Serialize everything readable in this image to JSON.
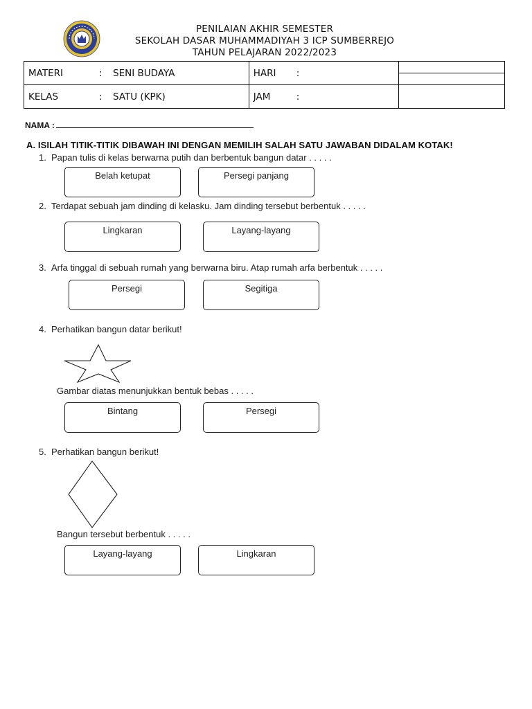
{
  "header": {
    "line1": "PENILAIAN AKHIR SEMESTER",
    "line2": "SEKOLAH DASAR MUHAMMADIYAH 3 ICP SUMBERREJO",
    "line3": "TAHUN PELAJARAN 2022/2023"
  },
  "info": {
    "materi_label": "MATERI",
    "materi_value": "SENI BUDAYA",
    "kelas_label": "KELAS",
    "kelas_value": "SATU (KPK)",
    "hari_label": "HARI",
    "jam_label": "JAM",
    "colon": ":"
  },
  "nama_label": "NAMA :",
  "instruction": "A. ISILAH TITIK-TITIK DIBAWAH INI DENGAN MEMILIH SALAH SATU JAWABAN DIDALAM KOTAK!",
  "questions": [
    {
      "num": "1.",
      "text": "Papan tulis di kelas berwarna putih dan berbentuk bangun datar . . . . .",
      "options": [
        "Belah ketupat",
        "Persegi panjang"
      ]
    },
    {
      "num": "2.",
      "text": "Terdapat sebuah jam dinding di kelasku. Jam dinding tersebut berbentuk . . . . .",
      "options": [
        "Lingkaran",
        "Layang-layang"
      ]
    },
    {
      "num": "3.",
      "text": "Arfa tinggal di sebuah rumah yang berwarna biru. Atap rumah arfa berbentuk . . . . .",
      "options": [
        "Persegi",
        "Segitiga"
      ]
    },
    {
      "num": "4.",
      "text": "Perhatikan bangun datar berikut!",
      "subtext": "Gambar diatas menunjukkan bentuk bebas . . . . .",
      "options": [
        "Bintang",
        "Persegi"
      ]
    },
    {
      "num": "5.",
      "text": "Perhatikan bangun berikut!",
      "subtext": "Bangun tersebut berbentuk . . . . .",
      "options": [
        "Layang-layang",
        "Lingkaran"
      ]
    }
  ],
  "icons": {
    "logo": "school-logo-icon",
    "q4_shape": "star-icon",
    "q5_shape": "diamond-icon"
  },
  "colors": {
    "text": "#111111",
    "logo_blue": "#2b3f9a",
    "logo_yellow": "#e8c22a"
  }
}
